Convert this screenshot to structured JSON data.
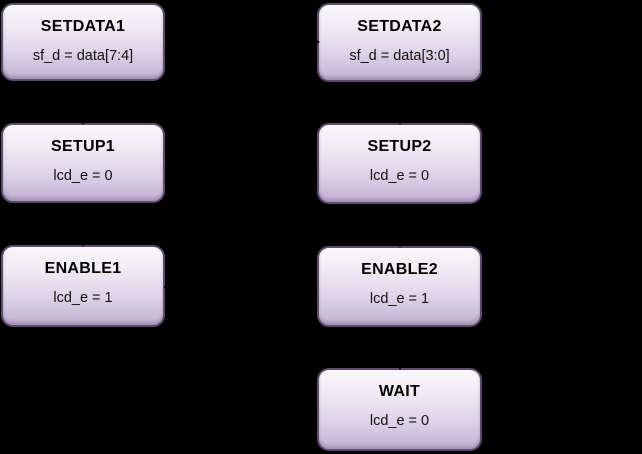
{
  "diagram": {
    "type": "state-machine-flowchart",
    "background": "#000000"
  },
  "nodes": [
    {
      "name": "SETDATA1",
      "title": "SETDATA1",
      "action": "sf_d = data[7:4]"
    },
    {
      "name": "SETDATA2",
      "title": "SETDATA2",
      "action": "sf_d = data[3:0]"
    },
    {
      "name": "SETUP1",
      "title": "SETUP1",
      "action": "lcd_e = 0"
    },
    {
      "name": "SETUP2",
      "title": "SETUP2",
      "action": "lcd_e = 0"
    },
    {
      "name": "ENABLE1",
      "title": "ENABLE1",
      "action": "lcd_e = 1"
    },
    {
      "name": "ENABLE2",
      "title": "ENABLE2",
      "action": "lcd_e = 1"
    },
    {
      "name": "WAIT",
      "title": "WAIT",
      "action": "lcd_e = 0"
    }
  ],
  "edges": [
    {
      "from": "SETDATA1",
      "to": "SETUP1"
    },
    {
      "from": "SETUP1",
      "to": "ENABLE1"
    },
    {
      "from": "ENABLE1",
      "to": "SETDATA2"
    },
    {
      "from": "SETDATA2",
      "to": "SETUP2"
    },
    {
      "from": "SETUP2",
      "to": "ENABLE2"
    },
    {
      "from": "ENABLE2",
      "to": "WAIT"
    }
  ],
  "colors": {
    "background": "#000000",
    "node_border": "#5d4c6a",
    "node_gradient_top": "#faf8fb",
    "node_gradient_bottom": "#c2b1d2",
    "node_text": "#000000",
    "edge": "#000000"
  }
}
